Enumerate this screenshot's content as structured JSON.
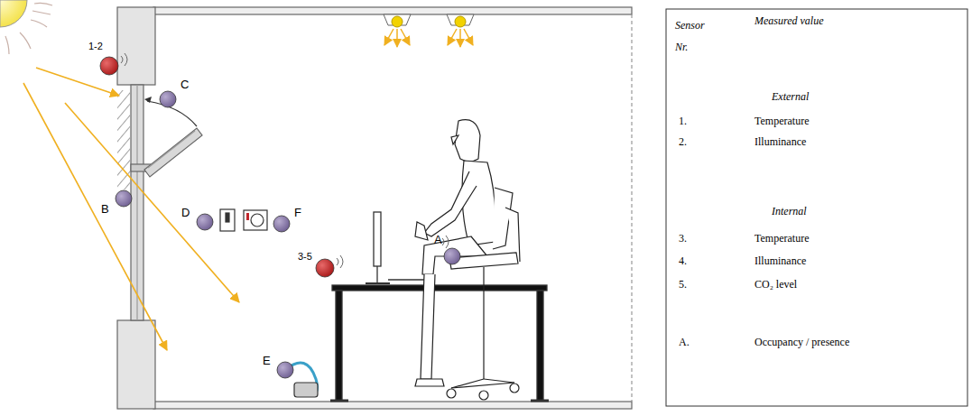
{
  "diagram": {
    "labels": [
      "1-2",
      "C",
      "B",
      "D",
      "F",
      "A",
      "3-5",
      "E",
      "Sensor Nr.",
      "Measured value",
      "External",
      "1.",
      "Temperature",
      "2.",
      "Illuminance",
      "Internal",
      "3.",
      "Temperature",
      "4.",
      "Illuminance",
      "5.",
      "CO₂ level",
      "A.",
      "Occupancy / presence"
    ]
  }
}
